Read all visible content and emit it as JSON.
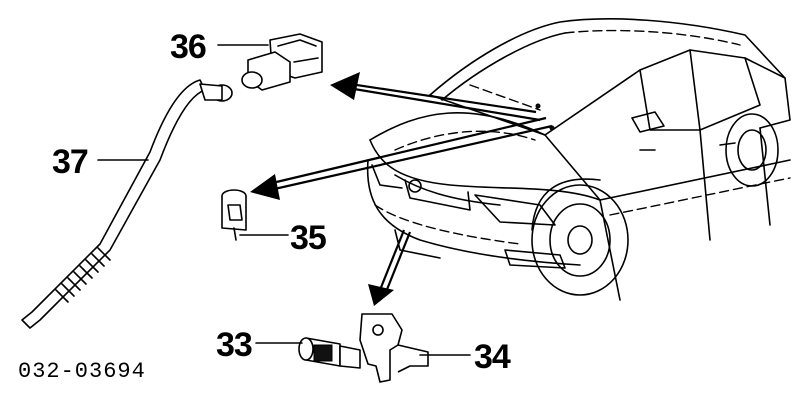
{
  "callouts": {
    "part_36": "36",
    "part_37": "37",
    "part_35": "35",
    "part_33": "33",
    "part_34": "34"
  },
  "reference_code": "032-03694",
  "colors": {
    "ink": "#000000",
    "paper": "#ffffff"
  }
}
